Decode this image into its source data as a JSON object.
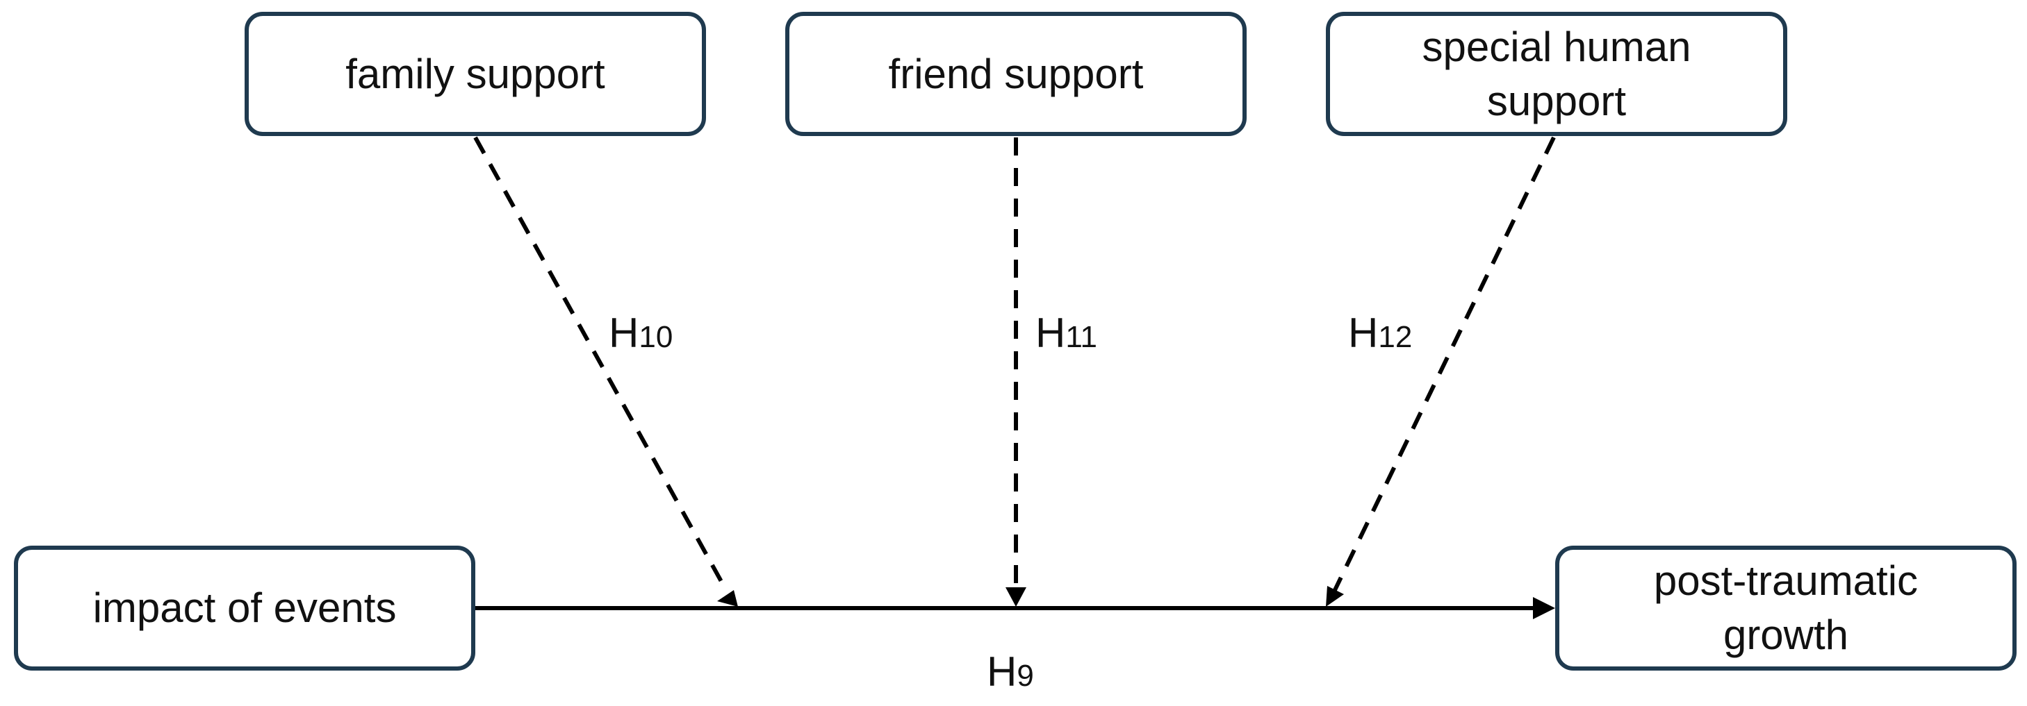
{
  "nodes": {
    "family": "family support",
    "friend": "friend support",
    "special": "special human support",
    "impact": "impact of events",
    "ptg": "post-traumatic growth"
  },
  "hypotheses": {
    "h9": {
      "letter": "H",
      "number": "9"
    },
    "h10": {
      "letter": "H",
      "number": "10"
    },
    "h11": {
      "letter": "H",
      "number": "11"
    },
    "h12": {
      "letter": "H",
      "number": "12"
    }
  },
  "edges": [
    {
      "from": "impact",
      "to": "ptg",
      "style": "solid",
      "label": "h9"
    },
    {
      "from": "family",
      "to": "impact-ptg path",
      "style": "dashed",
      "label": "h10"
    },
    {
      "from": "friend",
      "to": "impact-ptg path",
      "style": "dashed",
      "label": "h11"
    },
    {
      "from": "special",
      "to": "impact-ptg path",
      "style": "dashed",
      "label": "h12"
    }
  ],
  "colors": {
    "box_border": "#1f3a4f",
    "arrow": "#000000",
    "text": "#111111"
  }
}
